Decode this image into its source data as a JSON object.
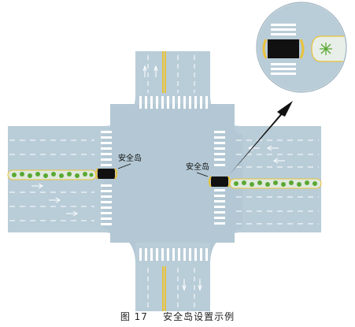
{
  "labels": {
    "left_island": "安全岛",
    "right_island": "安全岛"
  },
  "caption": {
    "figure_no": "图 17",
    "title": "安全岛设置示例"
  },
  "colors": {
    "road": "#b9cdd8",
    "road_center": "#a9c0cd",
    "background": "#ffffff",
    "marking": "#ffffff",
    "center_line": "#e8c23a",
    "island": "#111111",
    "island_edge": "#e8c23a",
    "median_plant": "#5aa832",
    "median_base": "#dfe9df"
  },
  "icons": [
    "zoom-callout-circle",
    "pointer-arrow-icon",
    "shrub-icon"
  ]
}
